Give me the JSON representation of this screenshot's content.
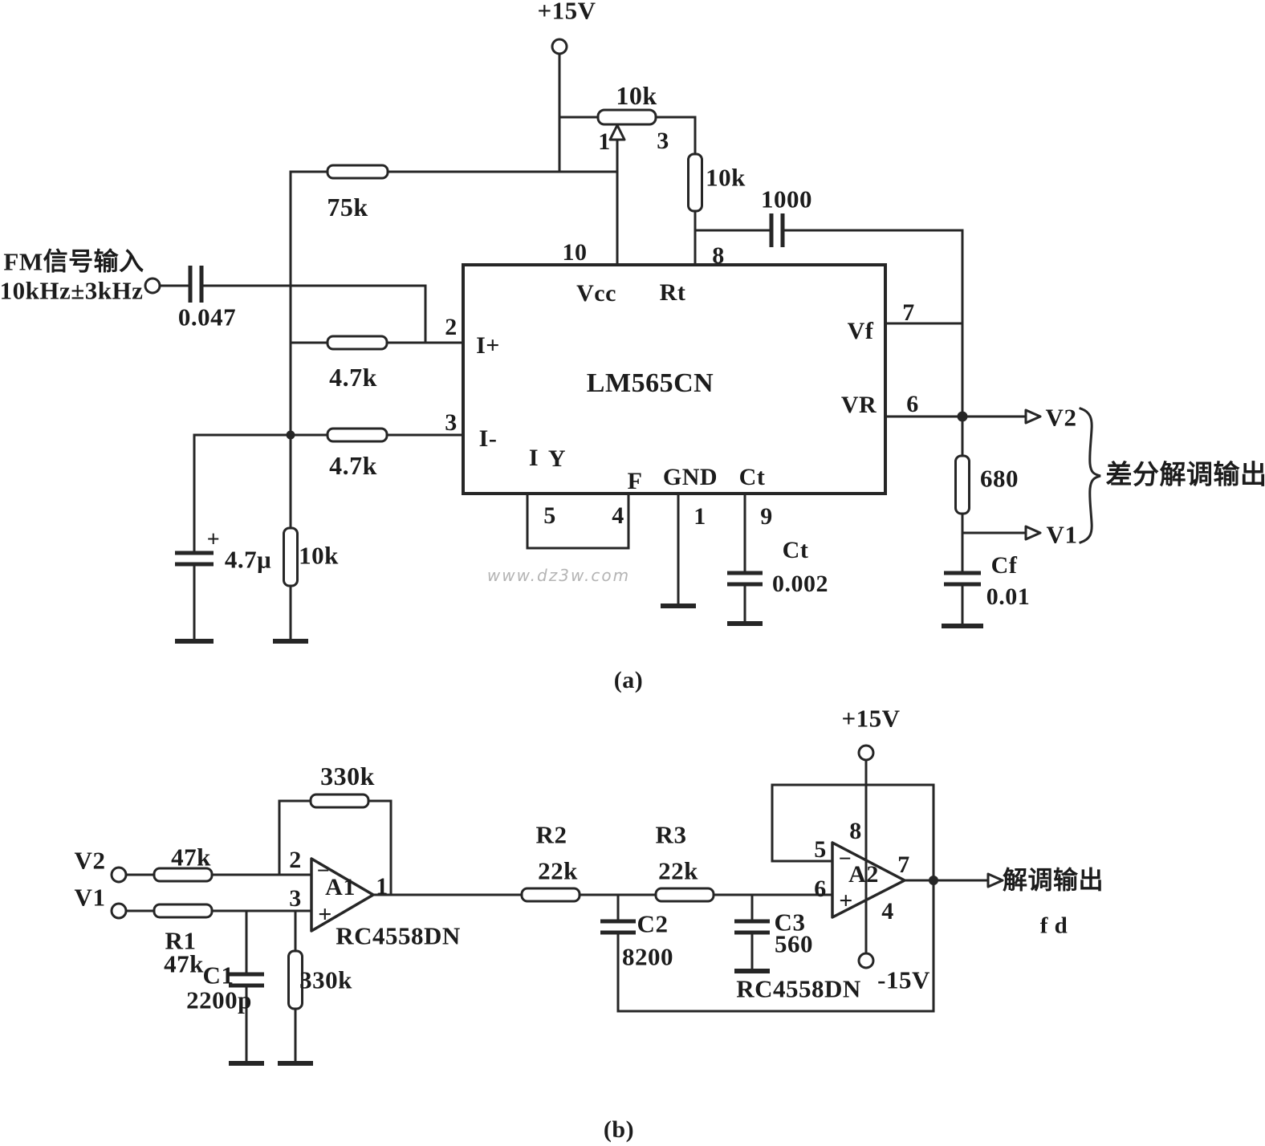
{
  "a": {
    "supply_label": "+15V",
    "input_label_line1": "FM信号输入",
    "input_label_line2": "10kHz±3kHz",
    "input_cap_value": "0.047",
    "r75k": "75k",
    "r47k_top": "4.7k",
    "r47k_bottom": "4.7k",
    "cap_47u_plus": "+",
    "cap_47u_value": "4.7μ",
    "r10k_left": "10k",
    "pot_value": "10k",
    "pot_pin1": "1",
    "pot_pin3": "3",
    "r10k_right": "10k",
    "cap_1000": "1000",
    "pin10": "10",
    "pin8": "8",
    "pin2": "2",
    "pin3": "3",
    "pin7": "7",
    "pin6": "6",
    "pin5": "5",
    "pin4": "4",
    "pin1": "1",
    "pin9": "9",
    "ic": {
      "name": "LM565CN",
      "vcc": "Vcc",
      "rt": "Rt",
      "vf": "Vf",
      "vr": "VR",
      "i_plus": "I+",
      "i_minus": "I-",
      "i": "I",
      "y": "Y",
      "f": "F",
      "gnd": "GND",
      "ct": "Ct"
    },
    "ct_label": "Ct",
    "ct_value": "0.002",
    "r680": "680",
    "cf_label": "Cf",
    "cf_value": "0.01",
    "v2": "V2",
    "v1": "V1",
    "diff_output_label": "差分解调输出",
    "watermark": "www.dz3w.com",
    "caption": "(a)"
  },
  "b": {
    "v2": "V2",
    "v1": "V1",
    "r47k_top": "47k",
    "r1_name": "R1",
    "r1_value": "47k",
    "c1_name": "C1",
    "c1_value": "2200p",
    "r330k_feedback": "330k",
    "r330k_ground": "330k",
    "a1_name": "A1",
    "a1_minus": "−",
    "a1_plus": "+",
    "a1_pin2": "2",
    "a1_pin3": "3",
    "a1_pin1": "1",
    "a1_chip": "RC4558DN",
    "r2_name": "R2",
    "r2_value": "22k",
    "r3_name": "R3",
    "r3_value": "22k",
    "c2_name": "C2",
    "c2_value": "8200",
    "c3_name": "C3",
    "c3_value": "560",
    "a2_name": "A2",
    "a2_minus": "−",
    "a2_plus": "+",
    "a2_pin5": "5",
    "a2_pin6": "6",
    "a2_pin8": "8",
    "a2_pin4": "4",
    "a2_pin7": "7",
    "a2_chip": "RC4558DN",
    "supply_pos": "+15V",
    "supply_neg": "-15V",
    "output_label": "解调输出",
    "output_fd": "f d",
    "caption": "(b)"
  }
}
